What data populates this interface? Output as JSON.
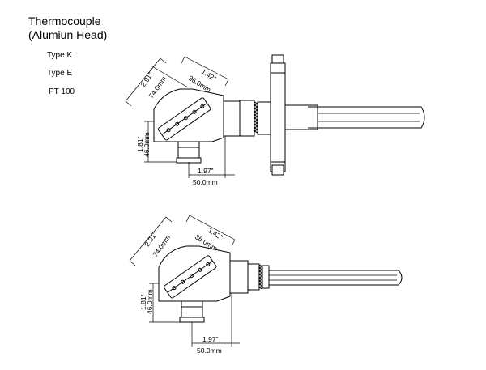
{
  "title": {
    "line1": "Thermocouple",
    "line2": "(Alumiun Head)"
  },
  "types": [
    "Type K",
    "Type E",
    "PT 100"
  ],
  "diagrams": [
    {
      "head_width_in": "2.91\"",
      "head_width_mm": "74.0mm",
      "head_depth_in": "1.42\"",
      "head_depth_mm": "36.0mm",
      "height_in": "1.81\"",
      "height_mm": "46.0mm",
      "length_in": "1.97\"",
      "length_mm": "50.0mm"
    },
    {
      "head_width_in": "2.91\"",
      "head_width_mm": "74.0mm",
      "head_depth_in": "1.42\"",
      "head_depth_mm": "36.0mm",
      "height_in": "1.81\"",
      "height_mm": "46.0mm",
      "length_in": "1.97\"",
      "length_mm": "50.0mm"
    }
  ]
}
